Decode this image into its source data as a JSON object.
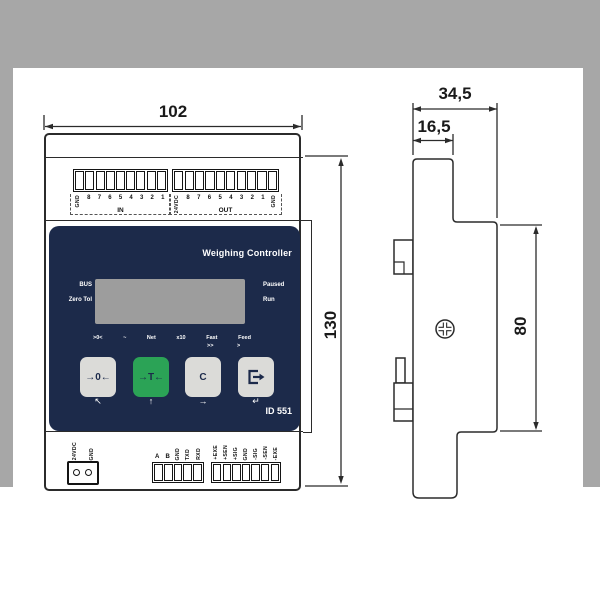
{
  "drawing": {
    "front": {
      "dim_width": "102",
      "dim_height": "130",
      "top_in": {
        "labels": [
          "GND",
          "8",
          "7",
          "6",
          "5",
          "4",
          "3",
          "2",
          "1"
        ],
        "group": "IN"
      },
      "top_out": {
        "labels": [
          "24VDC",
          "8",
          "7",
          "6",
          "5",
          "4",
          "3",
          "2",
          "1",
          "GND"
        ],
        "group": "OUT"
      },
      "panel": {
        "title": "Weighing Controller",
        "status_left": [
          "BUS",
          "Zero Tol"
        ],
        "status_right": [
          "Paused",
          "Run"
        ],
        "indicators": [
          ">0<",
          "~",
          "Net",
          "x10",
          "Fast",
          "Feed"
        ],
        "fast_arrows": ">>",
        "feed_arrow": ">",
        "btn_zero": "→0←",
        "btn_tare": "→T←",
        "btn_clear": "C",
        "hints": [
          "↖",
          "↑",
          "→",
          "↵"
        ],
        "model": "ID 551"
      },
      "power": {
        "labels": [
          "24VDC",
          "GND"
        ]
      },
      "serial": {
        "labels": [
          "A",
          "B",
          "GND",
          "TXD",
          "RXD"
        ]
      },
      "loadcell": {
        "labels": [
          "+EXE",
          "+SEN",
          "+SIG",
          "GND",
          "-SIG",
          "-SEN",
          "-EXE"
        ]
      }
    },
    "side": {
      "dim_depth": "34,5",
      "dim_rail": "16,5",
      "dim_height": "80"
    }
  },
  "colors": {
    "panel_navy": "#1c2a4a",
    "button_gray": "#dbdbd8",
    "button_green": "#2ba356",
    "lcd_gray": "#9d9d9d",
    "frame_gray": "#a7a7a7",
    "line": "#2b2b2b"
  }
}
